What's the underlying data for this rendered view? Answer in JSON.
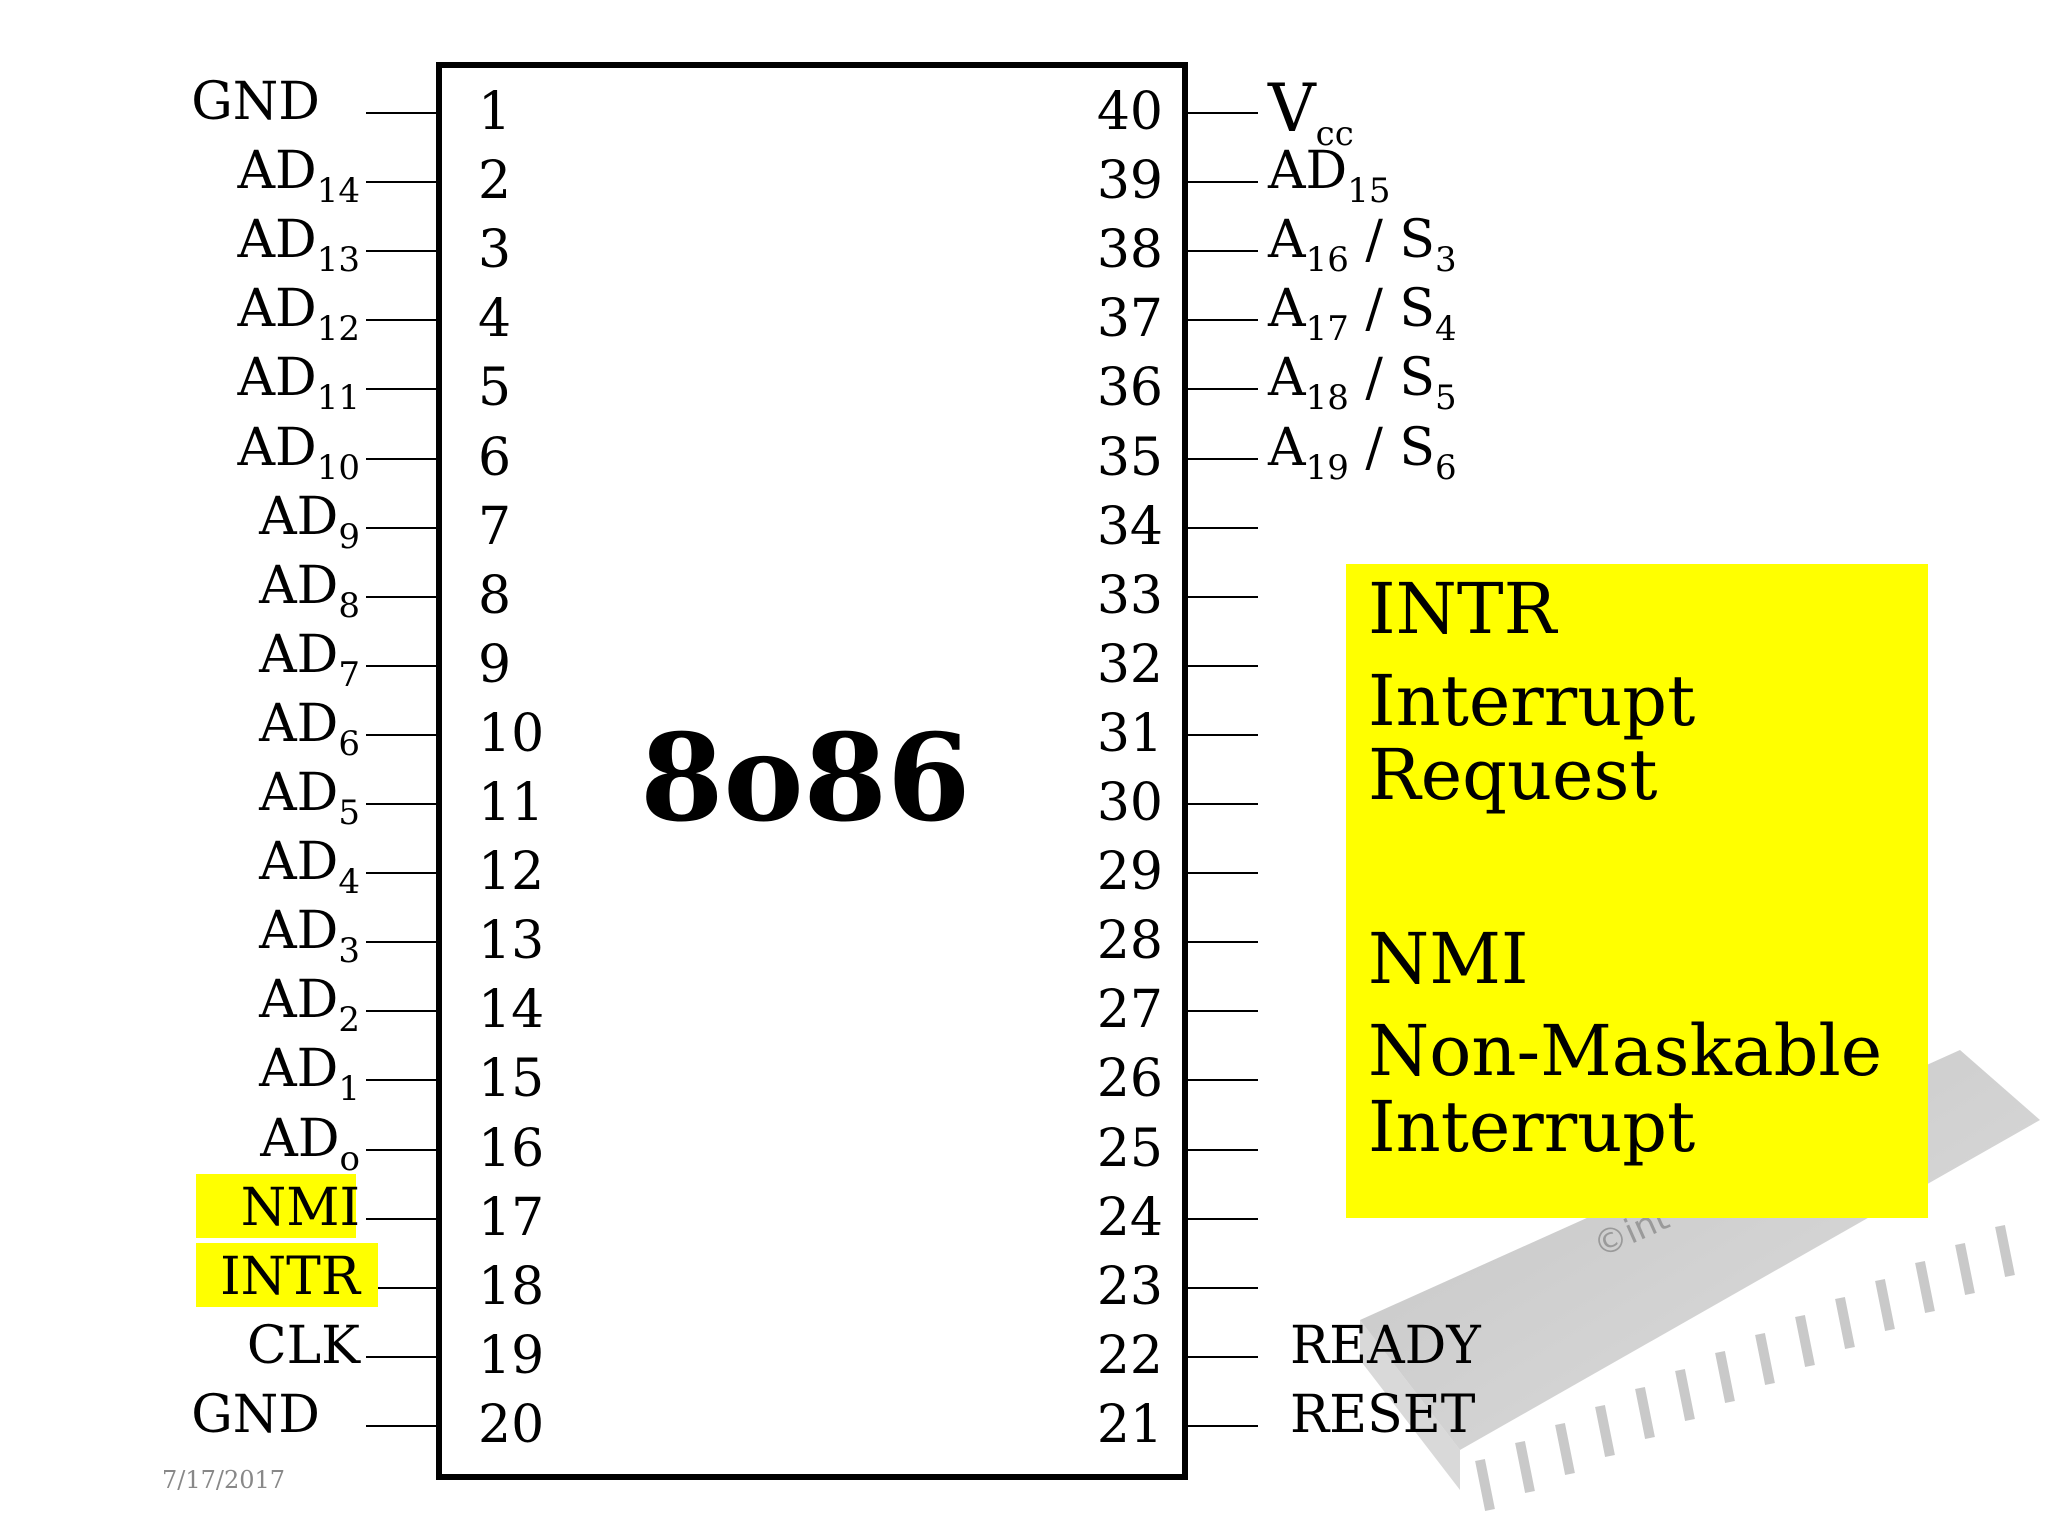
{
  "chip": {
    "name": "8o86"
  },
  "pins": [
    {
      "n": "1",
      "name": "GND"
    },
    {
      "n": "2",
      "name": "AD",
      "sub": "14"
    },
    {
      "n": "3",
      "name": "AD",
      "sub": "13"
    },
    {
      "n": "4",
      "name": "AD",
      "sub": "12"
    },
    {
      "n": "5",
      "name": "AD",
      "sub": "11"
    },
    {
      "n": "6",
      "name": "AD",
      "sub": "10"
    },
    {
      "n": "7",
      "name": "AD",
      "sub": "9"
    },
    {
      "n": "8",
      "name": "AD",
      "sub": "8"
    },
    {
      "n": "9",
      "name": "AD",
      "sub": "7"
    },
    {
      "n": "10",
      "name": "AD",
      "sub": "6"
    },
    {
      "n": "11",
      "name": "AD",
      "sub": "5"
    },
    {
      "n": "12",
      "name": "AD",
      "sub": "4"
    },
    {
      "n": "13",
      "name": "AD",
      "sub": "3"
    },
    {
      "n": "14",
      "name": "AD",
      "sub": "2"
    },
    {
      "n": "15",
      "name": "AD",
      "sub": "1"
    },
    {
      "n": "16",
      "name": "AD",
      "sub": "o"
    },
    {
      "n": "17",
      "name": "NMI",
      "highlight": true
    },
    {
      "n": "18",
      "name": "INTR",
      "highlight": true
    },
    {
      "n": "19",
      "name": "CLK"
    },
    {
      "n": "20",
      "name": "GND"
    },
    {
      "n": "40",
      "name": "V",
      "sub": "cc"
    },
    {
      "n": "39",
      "name": "AD",
      "sub": "15"
    },
    {
      "n": "38",
      "name": "A",
      "sub": "16",
      "name2": " / S",
      "sub2": "3"
    },
    {
      "n": "37",
      "name": "A",
      "sub": "17",
      "name2": " / S",
      "sub2": "4"
    },
    {
      "n": "36",
      "name": "A",
      "sub": "18",
      "name2": " / S",
      "sub2": "5"
    },
    {
      "n": "35",
      "name": "A",
      "sub": "19",
      "name2": " / S",
      "sub2": "6"
    },
    {
      "n": "34"
    },
    {
      "n": "33"
    },
    {
      "n": "32"
    },
    {
      "n": "31"
    },
    {
      "n": "30"
    },
    {
      "n": "29"
    },
    {
      "n": "28"
    },
    {
      "n": "27"
    },
    {
      "n": "26"
    },
    {
      "n": "25"
    },
    {
      "n": "24"
    },
    {
      "n": "23"
    },
    {
      "n": "22",
      "name": "READY"
    },
    {
      "n": "21",
      "name": "RESET"
    }
  ],
  "info_box": {
    "intr_title": "INTR",
    "intr_line1": "Interrupt",
    "intr_line2": "Request",
    "nmi_title": "NMI",
    "nmi_line1": "Non-Maskable",
    "nmi_line2": "Interrupt",
    "color": "#ffff00"
  },
  "footer": {
    "date": "7/17/2017"
  },
  "decor": {
    "chip_photo_logo": "©int"
  }
}
